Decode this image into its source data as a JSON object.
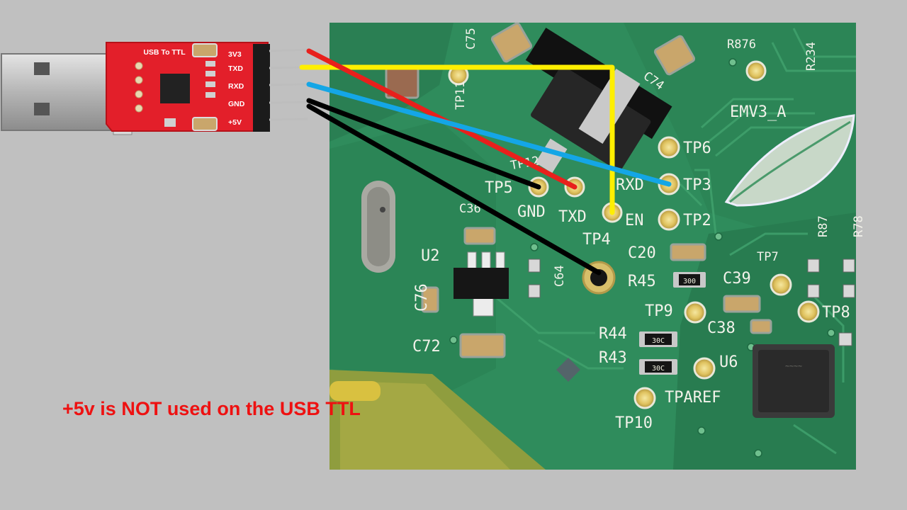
{
  "note": "+5v is NOT used on the USB TTL",
  "usb_ttl": {
    "title": "USB To TTL",
    "pins": [
      "3V3",
      "TXD",
      "RXD",
      "GND",
      "+5V"
    ]
  },
  "board": {
    "marking": "EMV3_A",
    "test_points": {
      "tp6": "TP6",
      "tp3": "TP3",
      "tp2": "TP2",
      "tp5": "TP5",
      "tp4": "TP4",
      "tp7": "TP7",
      "tp8": "TP8",
      "tp9": "TP9",
      "tp10": "TP10",
      "tparef": "TPAREF",
      "tp11": "TP11",
      "tp12": "TP12"
    },
    "signal_labels": {
      "gnd": "GND",
      "txd": "TXD",
      "rxd": "RXD",
      "en": "EN"
    },
    "components": {
      "c75": "C75",
      "c74": "C74",
      "c20": "C20",
      "c39": "C39",
      "c38": "C38",
      "c76": "C76",
      "c72": "C72",
      "c64": "C64",
      "c36": "C36",
      "r45": "R45",
      "r44": "R44",
      "r43": "R43",
      "r87": "R87",
      "r78": "R78",
      "r876": "R876",
      "r234": "R234",
      "u2": "U2",
      "u6": "U6"
    },
    "resistor_values": {
      "r45": "300",
      "r44": "30C",
      "r43": "30C"
    }
  },
  "colors": {
    "background": "#c0c0c0",
    "pcb": "#2e8a5a",
    "usb_board": "#e8212c",
    "wire_3v3_txd": "#e8201c",
    "wire_txd_rxd": "#ffef00",
    "wire_rxd": "#14a6e6",
    "wire_gnd": "#000000",
    "note": "#ee1111"
  }
}
